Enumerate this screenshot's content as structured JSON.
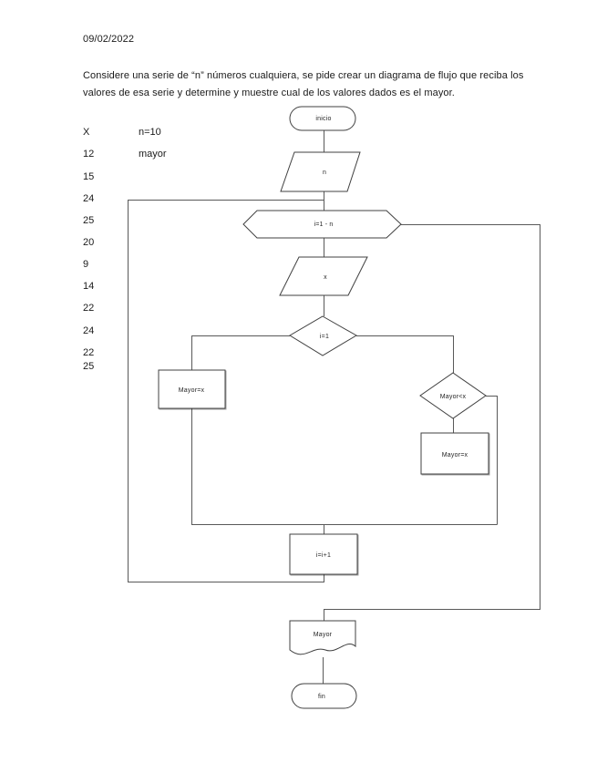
{
  "document": {
    "date": "09/02/2022",
    "paragraph_lines": [
      "Considere una serie de “n” números cualquiera, se pide crear un diagrama de flujo que reciba los",
      "valores de esa serie y determine y muestre cual de los valores dados es el mayor."
    ]
  },
  "side_values": {
    "rows": [
      {
        "c1": "X",
        "c2": "n=10"
      },
      {
        "c1": "12",
        "c2": "mayor"
      },
      {
        "c1": "15",
        "c2": ""
      },
      {
        "c1": "24",
        "c2": ""
      },
      {
        "c1": "25",
        "c2": ""
      },
      {
        "c1": "20",
        "c2": ""
      },
      {
        "c1": "9",
        "c2": ""
      },
      {
        "c1": "14",
        "c2": ""
      },
      {
        "c1": "22",
        "c2": ""
      },
      {
        "c1": "24",
        "c2": ""
      },
      {
        "c1": "22",
        "c2": ""
      },
      {
        "c1": "25",
        "c2": ""
      }
    ]
  },
  "flowchart": {
    "start_label": "inicio",
    "input_n_label": "n",
    "loop_label": "i=1 - n",
    "input_x_label": "x",
    "first_iteration_check_label": "i=1",
    "set_mayor_first_label": "Mayor=x",
    "compare_label": "Mayor<x",
    "set_mayor_new_label": "Mayor=x",
    "increment_label": "i=i+1",
    "output_label": "Mayor",
    "end_label": "fin"
  },
  "colors": {
    "connector": "#595959",
    "shape_border": "#404040",
    "text": "#1a1a1a"
  }
}
